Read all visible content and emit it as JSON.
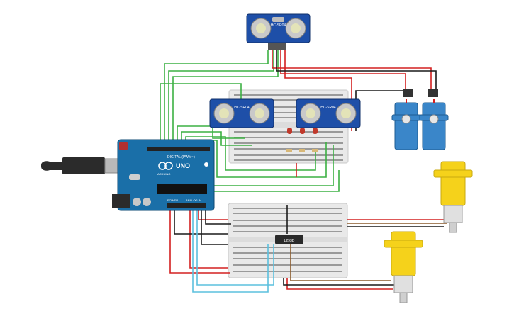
{
  "labels": {
    "sensor_top": "HC-SR04",
    "sensor_left": "HC-SR04",
    "sensor_right": "HC-SR04",
    "arduino_model": "UNO",
    "arduino_brand": "ARDUINO",
    "arduino_digital": "DIGITAL (PWM~)",
    "arduino_power": "POWER",
    "arduino_analog": "ANALOG IN",
    "driver_chip": "L293D"
  },
  "colors": {
    "green_wire": "#3cb043",
    "red_wire": "#d42020",
    "black_wire": "#1a1a1a",
    "cyan_wire": "#5bc0de",
    "brown_wire": "#8a5a2b",
    "sensor_board": "#1e4fa8",
    "arduino_board": "#1a6fa8",
    "motor_body": "#f5d21b",
    "servo_body": "#3a86c9",
    "led": "#c0392b"
  },
  "icons": {
    "usb": "usb-cable-icon",
    "infinity": "arduino-infinity-logo"
  }
}
